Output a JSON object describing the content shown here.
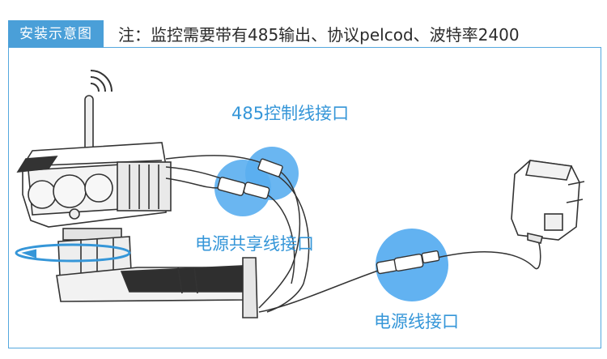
{
  "header": {
    "tag": "安装示意图",
    "note": "注：监控需要带有485输出、协议pelcod、波特率2400"
  },
  "labels": {
    "rs485": "485控制线接口",
    "power_share": "电源共享线接口",
    "power": "电源线接口"
  },
  "colors": {
    "accent": "#4a9fd8",
    "bubble": "#5aaef0",
    "label": "#3596d8",
    "line": "#333333"
  }
}
